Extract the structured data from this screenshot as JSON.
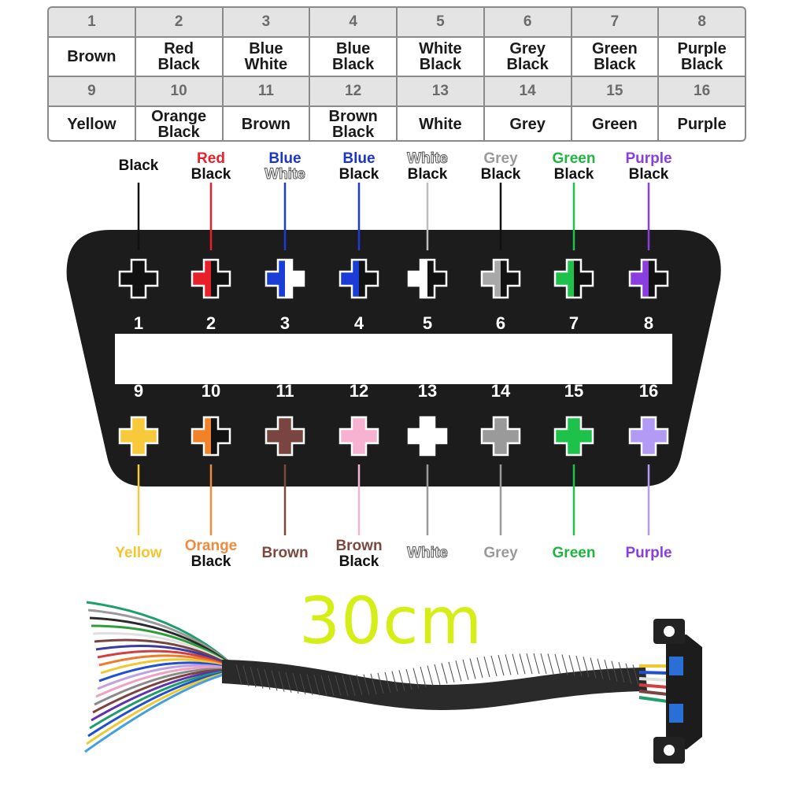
{
  "table": {
    "row1": [
      {
        "pin": "1",
        "color": "Brown"
      },
      {
        "pin": "2",
        "color": "Red\nBlack"
      },
      {
        "pin": "3",
        "color": "Blue\nWhite"
      },
      {
        "pin": "4",
        "color": "Blue\nBlack"
      },
      {
        "pin": "5",
        "color": "White\nBlack"
      },
      {
        "pin": "6",
        "color": "Grey\nBlack"
      },
      {
        "pin": "7",
        "color": "Green\nBlack"
      },
      {
        "pin": "8",
        "color": "Purple\nBlack"
      }
    ],
    "row2": [
      {
        "pin": "9",
        "color": "Yellow"
      },
      {
        "pin": "10",
        "color": "Orange\nBlack"
      },
      {
        "pin": "11",
        "color": "Brown"
      },
      {
        "pin": "12",
        "color": "Brown\nBlack"
      },
      {
        "pin": "13",
        "color": "White"
      },
      {
        "pin": "14",
        "color": "Grey"
      },
      {
        "pin": "15",
        "color": "Green"
      },
      {
        "pin": "16",
        "color": "Purple"
      }
    ]
  },
  "top_pins": [
    {
      "num": "1",
      "label": "Black",
      "line1": "Black",
      "line2": "",
      "wire": "#111111",
      "left": "#111111",
      "right": "#111111",
      "label_color": "#111111",
      "label_color2": "#111111"
    },
    {
      "num": "2",
      "label": "Red\nBlack",
      "line1": "Red",
      "line2": "Black",
      "wire": "#e8202a",
      "left": "#e8202a",
      "right": "#111111",
      "label_color": "#e8202a",
      "label_color2": "#111111"
    },
    {
      "num": "3",
      "label": "Blue\nWhite",
      "line1": "Blue",
      "line2": "White",
      "wire": "#1a3dd6",
      "left": "#1a3dd6",
      "right": "#ffffff",
      "label_color": "#1a35c8",
      "label_color2": "outline"
    },
    {
      "num": "4",
      "label": "Blue\nBlack",
      "line1": "Blue",
      "line2": "Black",
      "wire": "#1a3dd6",
      "left": "#1a3dd6",
      "right": "#111111",
      "label_color": "#1a35c8",
      "label_color2": "#111111"
    },
    {
      "num": "5",
      "label": "White\nBlack",
      "line1": "White",
      "line2": "Black",
      "wire": "#bdbdbd",
      "left": "#ffffff",
      "right": "#111111",
      "label_color": "outline",
      "label_color2": "#111111"
    },
    {
      "num": "6",
      "label": "Grey\nBlack",
      "line1": "Grey",
      "line2": "Black",
      "wire": "#111111",
      "left": "#a8a8a8",
      "right": "#111111",
      "label_color": "#9a9a9a",
      "label_color2": "#111111"
    },
    {
      "num": "7",
      "label": "Green\nBlack",
      "line1": "Green",
      "line2": "Black",
      "wire": "#1ec24a",
      "left": "#1ec24a",
      "right": "#111111",
      "label_color": "#1eb540",
      "label_color2": "#111111"
    },
    {
      "num": "8",
      "label": "Purple\nBlack",
      "line1": "Purple",
      "line2": "Black",
      "wire": "#8a3ee0",
      "left": "#8a3ee0",
      "right": "#111111",
      "label_color": "#8a3ee0",
      "label_color2": "#111111"
    }
  ],
  "bottom_pins": [
    {
      "num": "9",
      "line1": "Yellow",
      "line2": "",
      "wire": "#f7c93b",
      "left": "#f7c93b",
      "right": "#f7c93b",
      "label_color": "#f5c530",
      "label_color2": "#111111"
    },
    {
      "num": "10",
      "line1": "Orange",
      "line2": "Black",
      "wire": "#f08a3c",
      "left": "#f2822a",
      "right": "#111111",
      "label_color": "#f08a3c",
      "label_color2": "#111111"
    },
    {
      "num": "11",
      "line1": "Brown",
      "line2": "",
      "wire": "#7a4a40",
      "left": "#7a4540",
      "right": "#7a4540",
      "label_color": "#7a4a40",
      "label_color2": "#111111"
    },
    {
      "num": "12",
      "line1": "Brown",
      "line2": "Black",
      "wire": "#f4b3cf",
      "left": "#f7b2d2",
      "right": "#f7b2d2",
      "label_color": "#7a4a40",
      "label_color2": "#111111"
    },
    {
      "num": "13",
      "line1": "White",
      "line2": "",
      "wire": "#9a9a9a",
      "left": "#ffffff",
      "right": "#ffffff",
      "label_color": "outline",
      "label_color2": "#111111"
    },
    {
      "num": "14",
      "line1": "Grey",
      "line2": "",
      "wire": "#9a9a9a",
      "left": "#9a9a9a",
      "right": "#9a9a9a",
      "label_color": "#9a9a9a",
      "label_color2": "#111111"
    },
    {
      "num": "15",
      "line1": "Green",
      "line2": "",
      "wire": "#1ec24a",
      "left": "#1ec24a",
      "right": "#1ec24a",
      "label_color": "#1eb540",
      "label_color2": "#111111"
    },
    {
      "num": "16",
      "line1": "Purple",
      "line2": "",
      "wire": "#b59cf0",
      "left": "#b39af5",
      "right": "#b39af5",
      "label_color": "#8a3ee0",
      "label_color2": "#111111"
    }
  ],
  "connector_color": "#1c1c1c",
  "cable_length": "30cm"
}
